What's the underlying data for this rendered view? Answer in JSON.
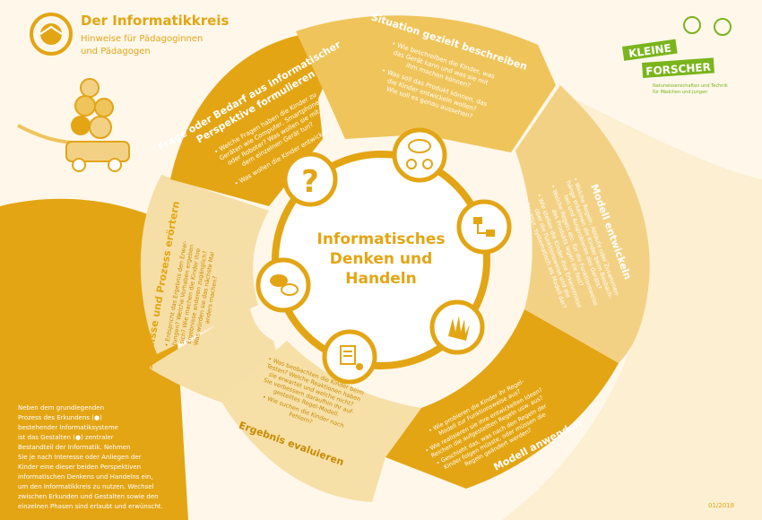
{
  "header": {
    "title": "Der Informatikkreis",
    "subtitle_line1": "Hinweise für Pädagoginnen",
    "subtitle_line2": "und Pädagogen"
  },
  "logo": {
    "line1": "KLEINE",
    "line2": "FORSCHER",
    "tagline1": "Naturwissenschaften und Technik",
    "tagline2": "für Mädchen und Jungen"
  },
  "center": {
    "line1": "Informatisches",
    "line2": "Denken und",
    "line3": "Handeln"
  },
  "segments": {
    "frage": {
      "title1": "Frage oder Bedarf aus informatischer",
      "title2": "Perspektive formulieren",
      "lines": [
        "• Welche Fragen haben die Kinder zu",
        "Geräten wie Computer, Smartphone",
        "oder Roboter? Was wollen sie mit",
        "dem einzelnen Gerät tun?",
        "• Was wollen die Kinder entwickeln?"
      ]
    },
    "situation": {
      "title": "Situation gezielt beschreiben",
      "lines": [
        "• Wie beschreiben die Kinder, was",
        "das Gerät kann und was sie mit",
        "ihm machen können?",
        "• Was soll das Produkt können, das",
        "die Kinder entwickeln wollen?",
        "Wie soll es genau aussehen?"
      ]
    },
    "modell_entwickeln": {
      "title": "Modell entwickeln",
      "lines": [
        "• Welche Regeln, Abläufe oder Zusammen-",
        "hänge erkennen die Kinder beim Beobach-",
        "ten und Ausprobieren des Geräts?",
        "• Welche Regeln etc. für die Funktionsweise",
        "des Produkts legen sie fest?",
        "• Wie stellen die Kinder ihre Erkenntnisse",
        "über die Funktionsweise und die",
        "Struktur, systematisch als Modell dar?"
      ]
    },
    "modell_anwenden": {
      "title": "Modell anwenden",
      "lines": [
        "• Wie probieren die Kinder ihr Regel-",
        "Modell zur Funktionsweise aus?",
        "• Wie realisieren sie ihre entwickelten Ideen?",
        "Reichen die aufgestellten Regeln usw. aus?",
        "• Geschieht das, was nach den Regeln der",
        "Kinder folgen müsste, oder müssen die",
        "Regeln geändert werden?"
      ]
    },
    "ergebnis_evaluieren": {
      "title": "Ergebnis evaluieren",
      "lines": [
        "• Was beobachten die Kinder beim",
        "Testen? Welche Reaktionen haben",
        "sie erwartet und welche nicht?",
        "Sie verbessern daraufhin ihr auf-",
        "gestelltes Regel-Modell.",
        "• Wie suchen die Kinder nach",
        "Fehlern?"
      ]
    },
    "ergebnisse_erortern": {
      "title": "Ergebnisse und Prozess erörtern",
      "lines": [
        "• Entspricht das Ergebnis den Erwar-",
        "tungen? Welche Vorhaben ergeben",
        "sich? Wie machen die Kinder ihre",
        "Ergebnisse anderen zugänglich?",
        "Was würden sie das nächste Mal",
        "anders machen?"
      ]
    }
  },
  "footnote": {
    "lines": [
      "Neben dem grundlegenden",
      "Prozess des Erkundens (●)",
      "bestehender Informatiksysteme",
      "ist das Gestalten (●) zentraler",
      "Bestandteil der Informatik. Nehmen",
      "Sie je nach Interesse oder Anliegen der",
      "Kinder eine dieser beiden Perspektiven",
      "informatischen Denkens und Handelns ein,",
      "um den Informatikkreis zu nutzen. Wechsel",
      "zwischen Erkunden und Gestalten sowie den",
      "einzelnen Phasen sind erlaubt und erwünscht."
    ]
  },
  "date": "01/2018",
  "colors": {
    "dark_gold": "#e3a514",
    "mid_gold": "#efc45a",
    "light_gold": "#f5dc9c",
    "pale": "#fbecc8",
    "logo_green": "#7ab51d"
  },
  "icons": [
    "logo-circle-icon",
    "robot-stack-icon",
    "question-mark-icon",
    "speech-bubbles-icon",
    "people-thought-icon",
    "flowchart-icon",
    "hand-icon",
    "checklist-gear-icon"
  ]
}
